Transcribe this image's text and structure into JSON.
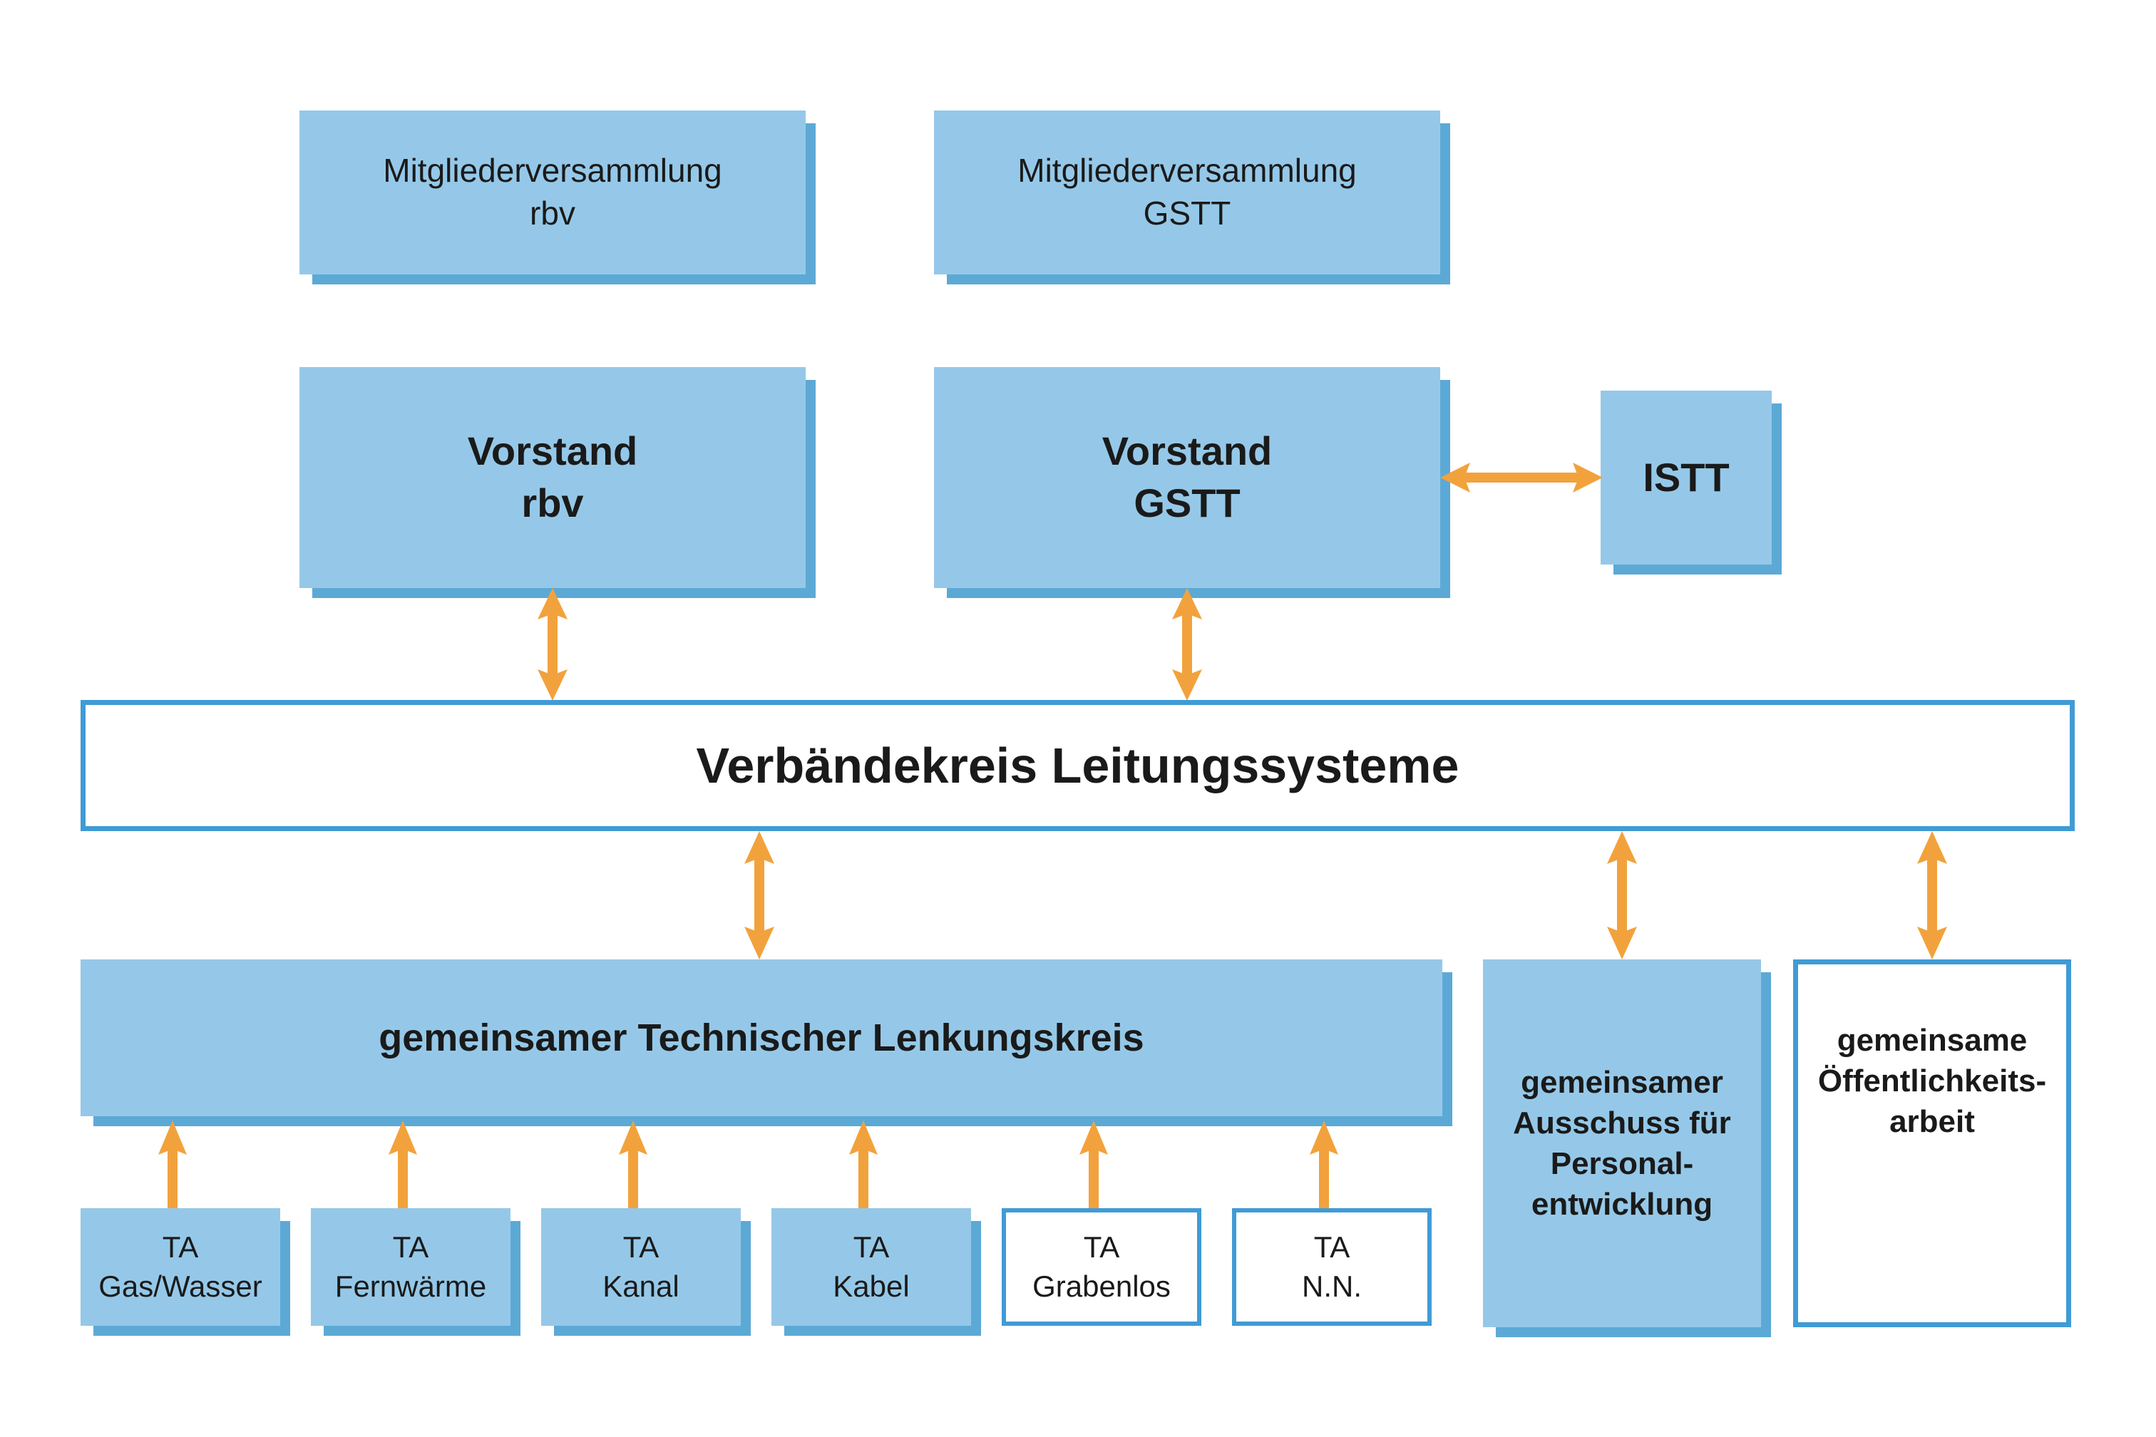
{
  "diagram": {
    "title_text": "Verbändekreis Leitungssysteme",
    "colors": {
      "box_fill": "#95C8E8",
      "box_border": "#409BD5",
      "box_shadow": "#5CA9D6",
      "arrow": "#F2A23C",
      "text": "#1A1A1A",
      "background": "#FFFFFF"
    }
  },
  "assemblies": [
    {
      "line1": "Mitgliederversammlung",
      "line2": "rbv"
    },
    {
      "line1": "Mitgliederversammlung",
      "line2": "GSTT"
    }
  ],
  "boards": [
    {
      "line1": "Vorstand",
      "line2": "rbv"
    },
    {
      "line1": "Vorstand",
      "line2": "GSTT"
    }
  ],
  "istt": {
    "label": "ISTT"
  },
  "umbrella": {
    "label": "Verbändekreis Leitungssysteme"
  },
  "steering_committee": {
    "label": "gemeinsamer Technischer Lenkungskreis"
  },
  "side_committees": [
    {
      "id": "personnel-development",
      "line1": "gemeinsamer",
      "line2": "Ausschuss für",
      "line3": "Personal-",
      "line4": "entwicklung",
      "style": "filled"
    },
    {
      "id": "public-relations",
      "line1": "gemeinsame",
      "line2": "Öffentlichkeits-",
      "line3": "arbeit",
      "style": "outlined"
    }
  ],
  "technical_committees": [
    {
      "prefix": "TA",
      "name": "Gas/Wasser",
      "style": "filled"
    },
    {
      "prefix": "TA",
      "name": "Fernwärme",
      "style": "filled"
    },
    {
      "prefix": "TA",
      "name": "Kanal",
      "style": "filled"
    },
    {
      "prefix": "TA",
      "name": "Kabel",
      "style": "filled"
    },
    {
      "prefix": "TA",
      "name": "Grabenlos",
      "style": "outlined"
    },
    {
      "prefix": "TA",
      "name": "N.N.",
      "style": "outlined"
    }
  ],
  "connectors": [
    {
      "id": "gstt-istt",
      "kind": "double-horizontal"
    },
    {
      "id": "vorstand-rbv-umbrella",
      "kind": "double-vertical"
    },
    {
      "id": "vorstand-gstt-umbrella",
      "kind": "double-vertical"
    },
    {
      "id": "umbrella-lenkungskreis",
      "kind": "double-vertical"
    },
    {
      "id": "umbrella-personal",
      "kind": "double-vertical"
    },
    {
      "id": "umbrella-oeffentlich",
      "kind": "double-vertical"
    },
    {
      "id": "ta-gas-wasser-up",
      "kind": "single-up"
    },
    {
      "id": "ta-fernwaerme-up",
      "kind": "single-up"
    },
    {
      "id": "ta-kanal-up",
      "kind": "single-up"
    },
    {
      "id": "ta-kabel-up",
      "kind": "single-up"
    },
    {
      "id": "ta-grabenlos-up",
      "kind": "single-up"
    },
    {
      "id": "ta-nn-up",
      "kind": "single-up"
    }
  ]
}
